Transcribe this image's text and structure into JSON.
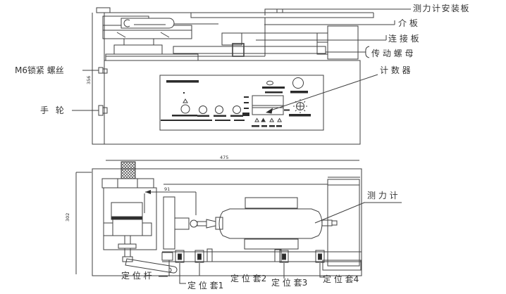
{
  "figure": {
    "background": "#ffffff",
    "line_color": "#3f3f3f",
    "fill_color": "#2b2b2b"
  },
  "labels": {
    "force_gauge_mounting_plate": "测力计安装板",
    "intermediate_plate": "介 板",
    "connecting_plate": "连 接 板",
    "drive_nut": "传 动 螺 母",
    "counter": "计 数 器",
    "m6_locking_screw": "M6锁紧 螺丝",
    "handwheel": "手 轮",
    "force_gauge": "测 力 计",
    "positioning_rod": "定 位 杆",
    "positioning_sleeve_1": "定 位 套1",
    "positioning_sleeve_2": "定 位 套2",
    "positioning_sleeve_3": "定 位 套3",
    "positioning_sleeve_4": "定 位 套4"
  },
  "dimensions": {
    "top_view_height": "356",
    "bottom_view_width": "475",
    "bottom_view_height": "302",
    "probe_offset": "91"
  }
}
